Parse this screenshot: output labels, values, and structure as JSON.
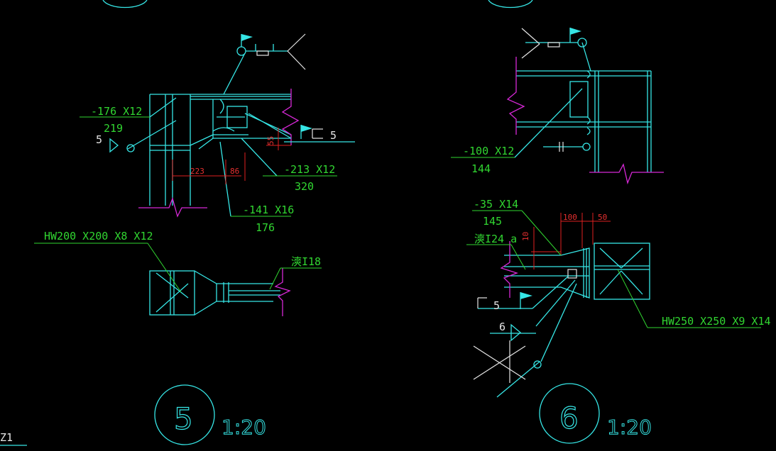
{
  "detail5": {
    "labels": {
      "plate_a": "-176 X12",
      "plate_a_len": "219",
      "weld_left": "5",
      "weld_right": "5",
      "plate_b": "-213 X12",
      "plate_b_len": "320",
      "plate_c": "-141 X16",
      "plate_c_len": "176",
      "column": "HW200 X200 X8 X12",
      "beam": "漺I18"
    },
    "dims": {
      "d1": "223",
      "d2": "86",
      "d3": "55"
    },
    "number": "5",
    "scale": "1:20"
  },
  "detail6": {
    "labels": {
      "plate_a": "-100 X12",
      "plate_a_len": "144",
      "plate_b": "-35 X14",
      "plate_b_len": "145",
      "beam": "漺I24 a",
      "weld_a": "5",
      "weld_b": "6",
      "column": "HW250 X250 X9 X14"
    },
    "dims": {
      "d1": "100",
      "d2": "50",
      "d3": "10"
    },
    "number": "6",
    "scale": "1:20"
  },
  "corner_label": "Z1"
}
